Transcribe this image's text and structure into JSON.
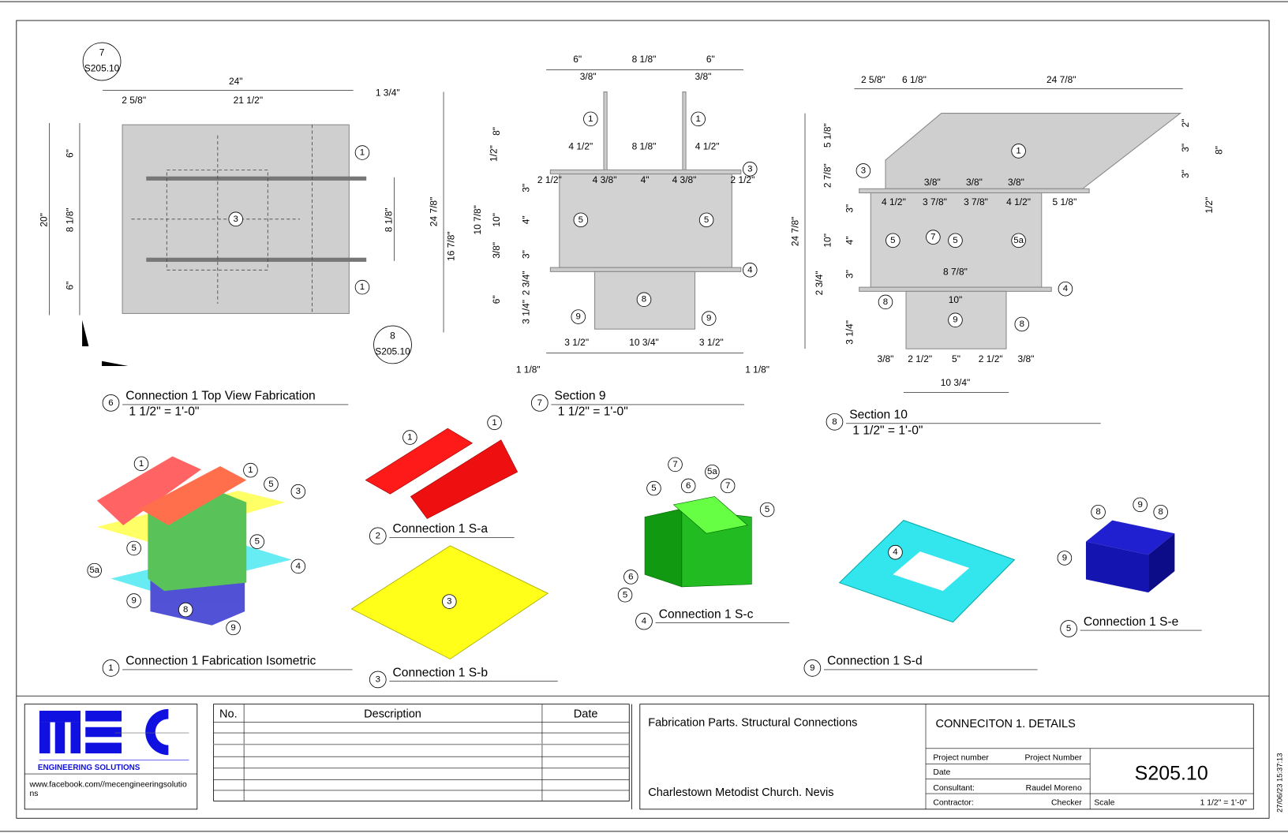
{
  "sheet": {
    "number": "S205.10",
    "title": "CONNECITON 1. DETAILS",
    "project_name": "Fabrication Parts. Structural Connections",
    "location": "Charlestown Metodist Church. Nevis",
    "timestamp": "27/06/23 15:37:13",
    "fields": {
      "project_number_label": "Project number",
      "project_number_value": "Project Number",
      "date_label": "Date",
      "date_value": "",
      "consultant_label": "Consultant:",
      "consultant_value": "Raudel Moreno",
      "contractor_label": "Contractor:",
      "contractor_value": "Checker",
      "scale_label": "Scale",
      "scale_value": "1 1/2\" = 1'-0\""
    }
  },
  "logo": {
    "text": "MEC",
    "subtitle": "Engineering Solutions",
    "url_line1": "www.facebook.com//mecengineeringsolutio",
    "url_line2": "ns",
    "color": "#1010e0"
  },
  "revisions": {
    "headers": [
      "No.",
      "Description",
      "Date"
    ],
    "rows": []
  },
  "views": {
    "v6": {
      "num": "6",
      "title": "Connection 1 Top View Fabrication",
      "scale": "1 1/2\" = 1'-0\"",
      "dims": [
        "24\"",
        "2 5/8\"",
        "21 1/2\"",
        "1 3/4\"",
        "20\"",
        "6\"",
        "8 1/8\"",
        "6\"",
        "8 1/8\""
      ],
      "bubbles": [
        "1",
        "1",
        "3"
      ],
      "section_marks": [
        {
          "num": "7",
          "sheet": "S205.10"
        },
        {
          "num": "8",
          "sheet": "S205.10"
        }
      ]
    },
    "v7": {
      "num": "7",
      "title": "Section 9",
      "scale": "1 1/2\" = 1'-0\"",
      "dims": [
        "6\"",
        "8 1/8\"",
        "6\"",
        "3/8\"",
        "3/8\"",
        "4 1/2\"",
        "8 1/8\"",
        "4 1/2\"",
        "2 1/2\"",
        "4 3/8\"",
        "4\"",
        "4 3/8\"",
        "2 1/2\"",
        "3 1/2\"",
        "10 3/4\"",
        "3 1/2\"",
        "1 1/8\"",
        "1 1/8\"",
        "24 7/8\"",
        "16 7/8\"",
        "8\"",
        "1/2\"",
        "10 7/8\"",
        "3\"",
        "4\"",
        "3/8\"",
        "10\"",
        "3\"",
        "6\"",
        "2 3/4\"",
        "3 1/4\""
      ],
      "bubbles": [
        "1",
        "1",
        "3",
        "5",
        "5",
        "4",
        "8",
        "9",
        "9"
      ]
    },
    "v8": {
      "num": "8",
      "title": "Section 10",
      "scale": "1 1/2\" = 1'-0\"",
      "dims": [
        "2 5/8\"",
        "6 1/8\"",
        "24 7/8\"",
        "3/8\"",
        "3/8\"",
        "3/8\"",
        "4 1/2\"",
        "3 7/8\"",
        "3 7/8\"",
        "4 1/2\"",
        "5 1/8\"",
        "8 7/8\"",
        "10\"",
        "3/8\"",
        "2 1/2\"",
        "5\"",
        "2 1/2\"",
        "3/8\"",
        "10 3/4\"",
        "24 7/8\"",
        "5 1/8\"",
        "2 7/8\"",
        "3\"",
        "10\"",
        "4\"",
        "3\"",
        "2 3/4\"",
        "3 1/4\"",
        "2\"",
        "3\"",
        "3\"",
        "8\"",
        "1/2\""
      ],
      "bubbles": [
        "3",
        "1",
        "5",
        "7",
        "5",
        "5a",
        "4",
        "8",
        "9",
        "8"
      ]
    },
    "v1": {
      "num": "1",
      "title": "Connection 1 Fabrication Isometric",
      "bubbles": [
        "1",
        "1",
        "5",
        "3",
        "5",
        "5",
        "5a",
        "4",
        "9",
        "8",
        "9"
      ]
    },
    "v2": {
      "num": "2",
      "title": "Connection 1 S-a",
      "bubbles": [
        "1",
        "1"
      ]
    },
    "v3": {
      "num": "3",
      "title": "Connection 1 S-b",
      "bubbles": [
        "3"
      ]
    },
    "v4": {
      "num": "4",
      "title": "Connection 1 S-c",
      "bubbles": [
        "7",
        "5a",
        "5",
        "6",
        "7",
        "5",
        "6",
        "5"
      ]
    },
    "v9": {
      "num": "9",
      "title": "Connection 1 S-d",
      "bubbles": [
        "4"
      ]
    },
    "v5": {
      "num": "5",
      "title": "Connection 1 S-e",
      "bubbles": [
        "9",
        "8",
        "8",
        "9"
      ]
    }
  },
  "colors": {
    "red": "#ff1a1a",
    "yellow": "#ffff1a",
    "green": "#1aa81a",
    "cyan": "#33e6ee",
    "blue": "#1616c8",
    "plate_gray": "#cfcfcf"
  }
}
